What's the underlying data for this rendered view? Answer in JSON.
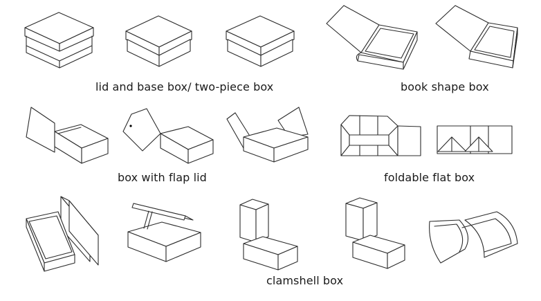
{
  "captions": {
    "lid_base": "lid and base box/ two-piece box",
    "book_shape": "book shape box",
    "flap_lid": "box with flap lid",
    "foldable_flat": "foldable flat box",
    "clamshell": "clamshell box"
  },
  "colors": {
    "line": "#2b2b2b",
    "text": "#1a1a1a",
    "background": "#ffffff"
  }
}
